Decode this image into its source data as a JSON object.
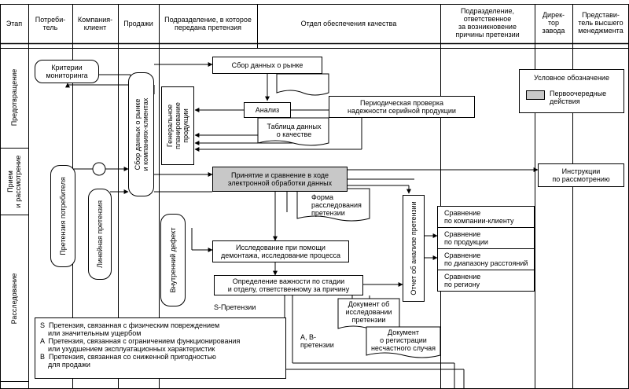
{
  "header": {
    "stage": "Этап",
    "consumer": "Потреби-\nтель",
    "client": "Компания-\nклиент",
    "sales": "Продажи",
    "division": "Подразделение, в которое\nпередана претензия",
    "qa": "Отдел обеспечения качества",
    "responsible": "Подразделение,\nответственное\nза возникновение\nпричины претензии",
    "director": "Дирек-\nтор\nзавода",
    "mgmt": "Представи-\nтель высшего\nменеджмента"
  },
  "stages": {
    "prevention": "Предотвращение",
    "reception": "Прием\nи рассмотрение",
    "investigation": "Расследование"
  },
  "nodes": {
    "criteria": "Критерии\nмониторинга",
    "market_data": "Сбор данных о рынке",
    "analysis": "Анализ",
    "periodic": "Периодическая проверка\nнадежности серийной продукции",
    "table_quality": "Таблица данных\nо качестве",
    "market_clients_vert": "Сбор данных о рынке\nи компаниях-клиентах",
    "general_planning": "Генеральное\nпланирование\nпродукции",
    "accept": "Принятие и сравнение в ходе\nэлектронной обработки данных",
    "instructions": "Инструкции\nпо рассмотрению",
    "consumer_claim": "Претензия потребителя",
    "line_claim": "Линейная претензия",
    "internal_defect": "Внутренний дефект",
    "inv_form": "Форма\nрасследования\nпретензии",
    "analysis_report": "Отчет об анализе претензии",
    "disassembly": "Исследование при помощи\nдемонтажа, исследование процесса",
    "importance": "Определение важности по стадии\nи отделу, ответственному за причину",
    "s_claims": "S-Претензии",
    "inv_doc": "Документ об\nисследовании\nпретензии",
    "ab_claims": "A, B-\nпретензии",
    "accident_doc": "Документ\nо регистрации\nнесчастного случая",
    "cmp_client": "Сравнение\nпо компании-клиенту",
    "cmp_product": "Сравнение\nпо продукции",
    "cmp_distance": "Сравнение\nпо диапазону расстояний",
    "cmp_region": "Сравнение\nпо региону"
  },
  "legend": {
    "title": "Условное обозначение",
    "item": "Первоочередные\nдействия"
  },
  "classes": "S  Претензия, связанная с физическим повреждением\n    или значительным ущербом\nA  Претензия, связанная с ограничением функционирования\n    или ухудшением эксплуатационных характеристик\nB  Претензия, связанная со сниженной пригодностью\n    для продажи"
}
